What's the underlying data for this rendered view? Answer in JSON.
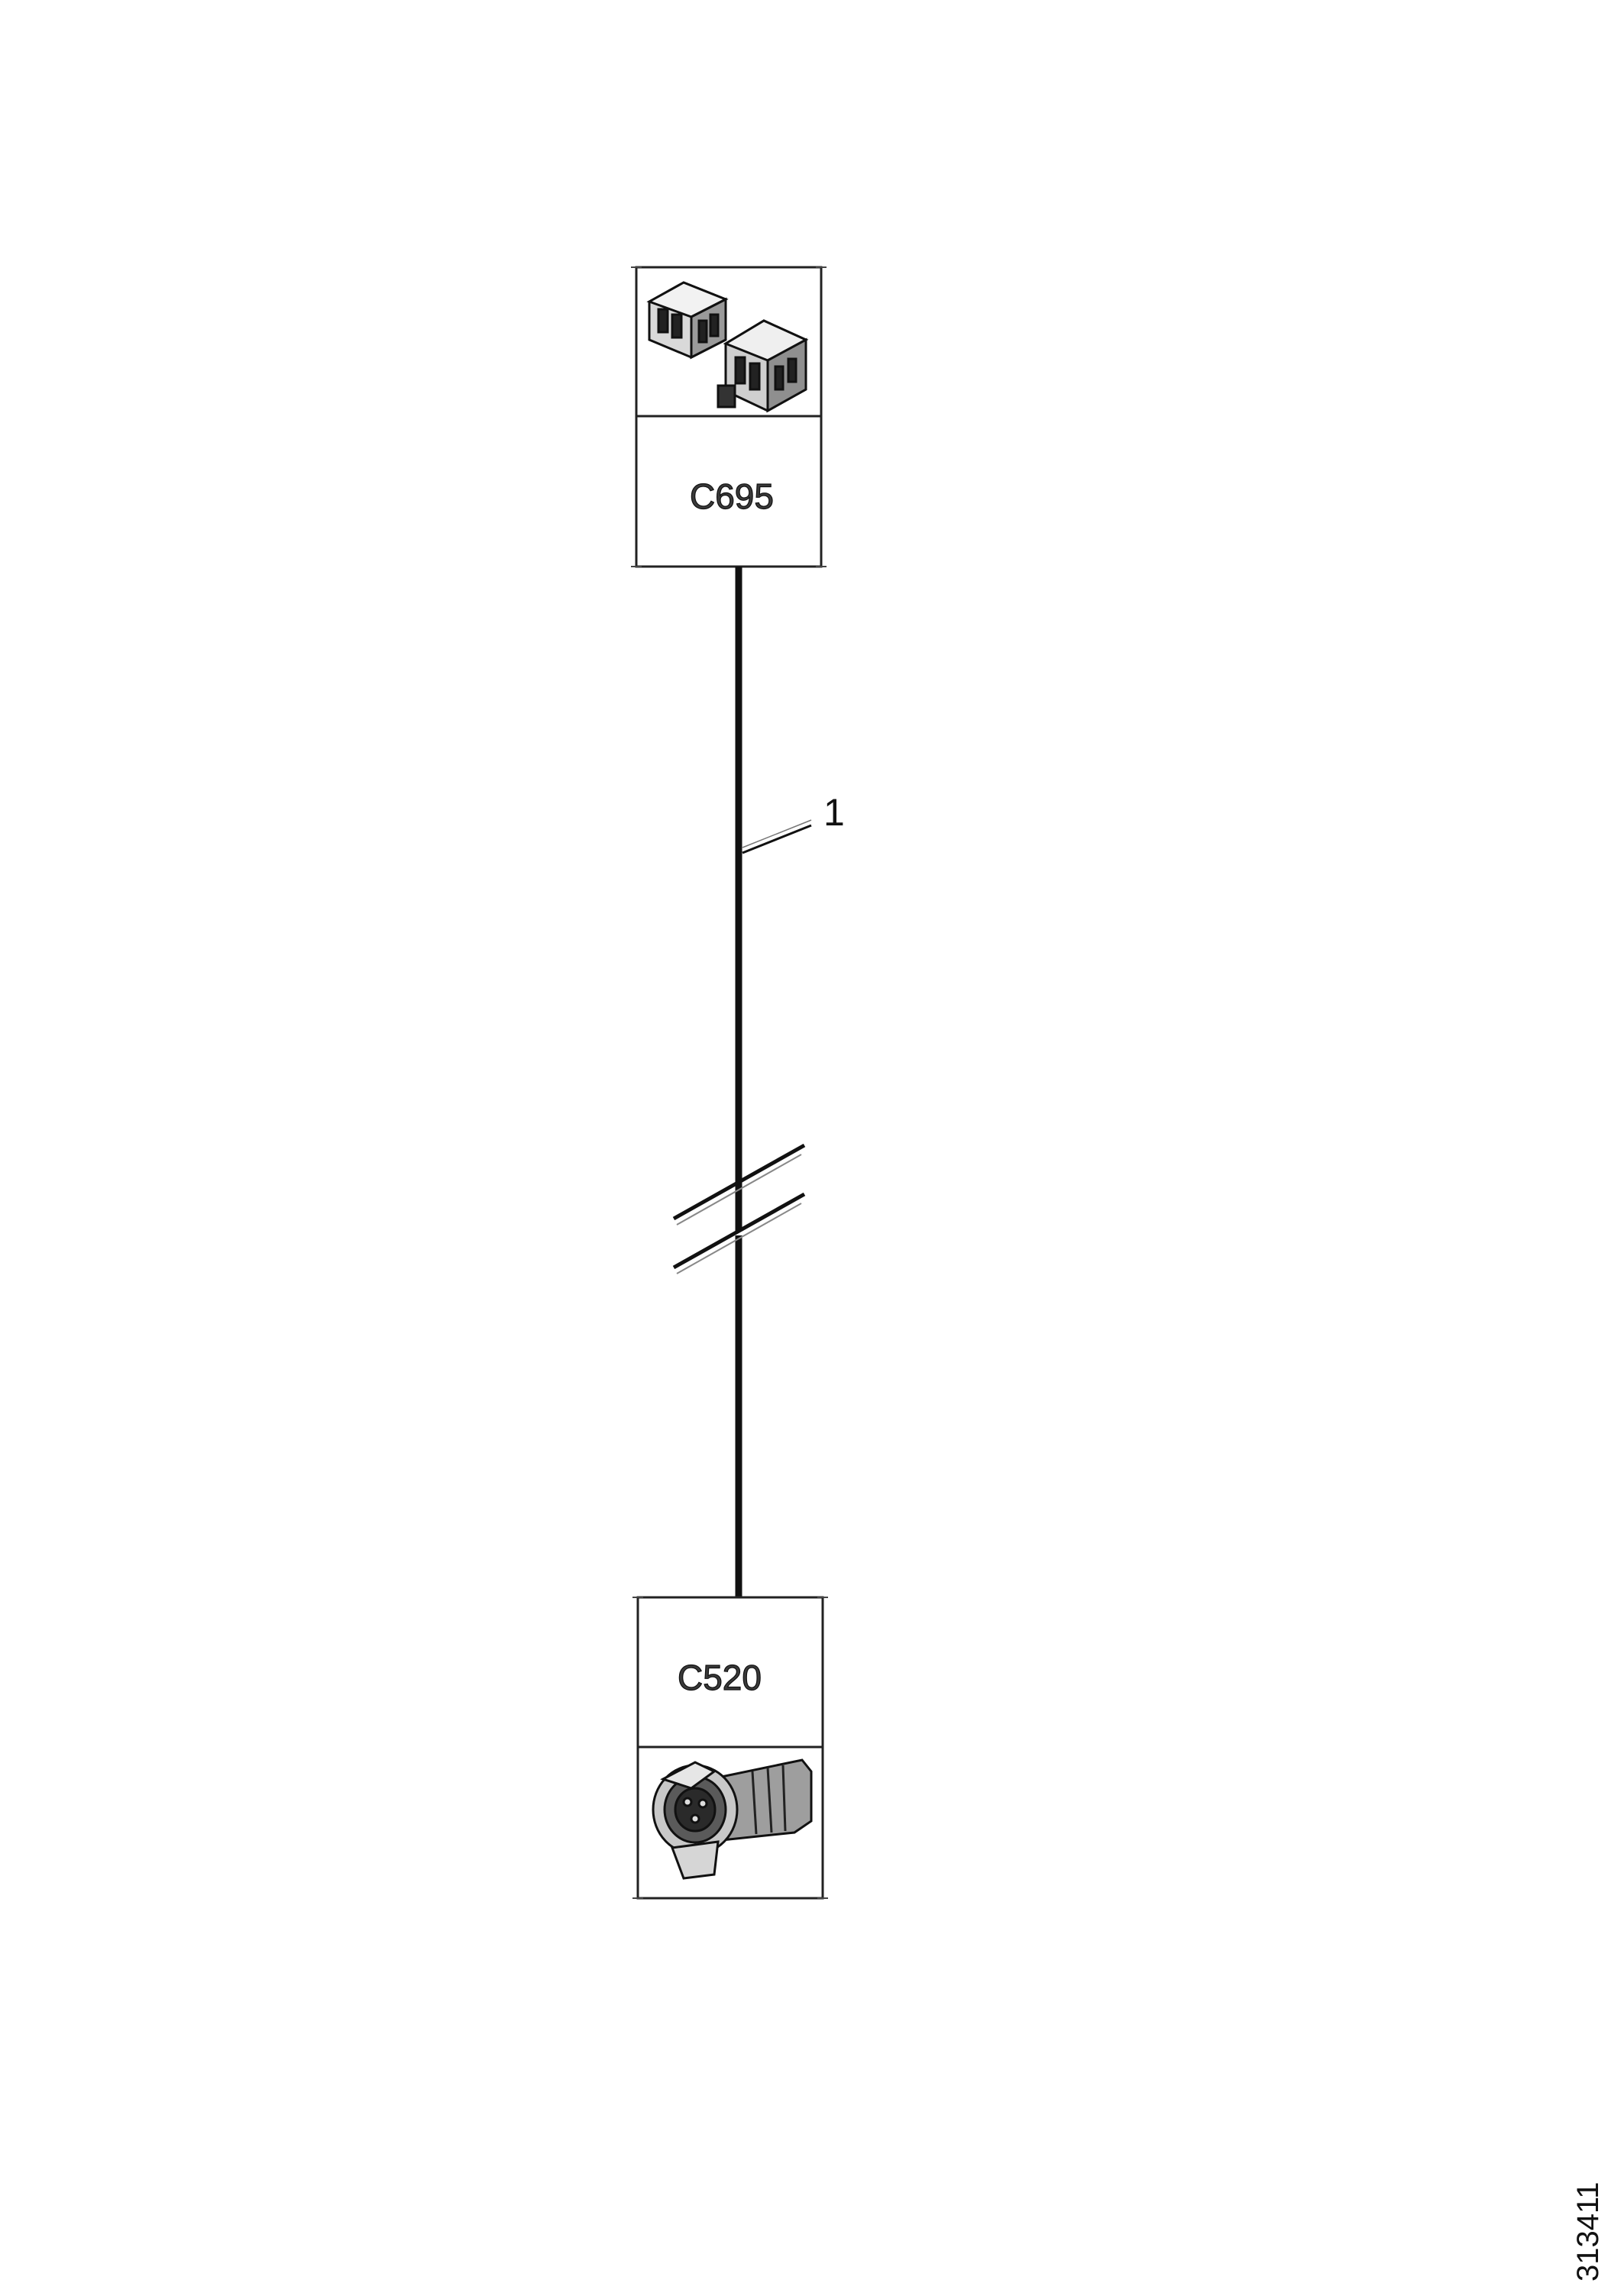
{
  "diagram": {
    "connectors": [
      {
        "id": "C695",
        "icon": "multi-pin-connector-pair-icon"
      },
      {
        "id": "C520",
        "icon": "round-trailer-socket-icon"
      }
    ],
    "wire": {
      "callout": "1"
    },
    "figure_id": "313411"
  }
}
